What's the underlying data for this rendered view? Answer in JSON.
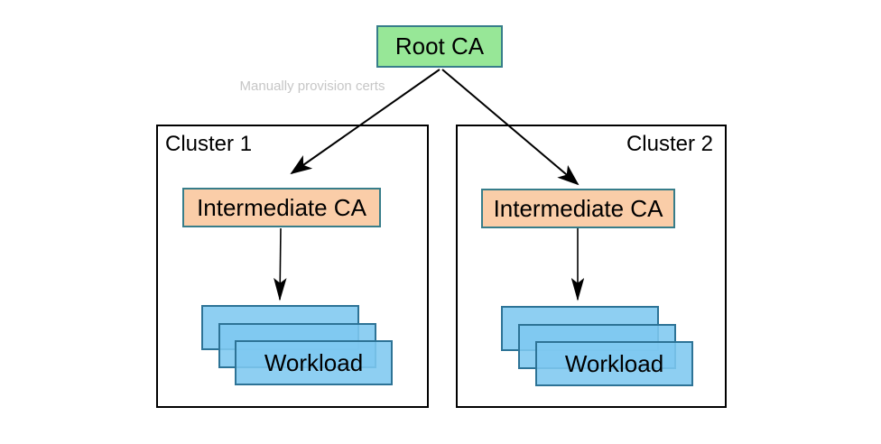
{
  "diagram": {
    "root_ca_label": "Root CA",
    "edge_label": "Manually provision certs",
    "clusters": [
      {
        "name": "Cluster 1",
        "intermediate_ca_label": "Intermediate CA",
        "workload_label": "Workload",
        "workload_stack_count": 3
      },
      {
        "name": "Cluster 2",
        "intermediate_ca_label": "Intermediate CA",
        "workload_label": "Workload",
        "workload_stack_count": 3
      }
    ],
    "colors": {
      "background": "#FFFFFF",
      "text_color": "#000000",
      "root_fill": "#97E797",
      "intermediate_fill": "#FACDA8",
      "ca_border": "#377D8A",
      "workload_fill": "rgba(126,200,240,0.88)",
      "workload_border": "#2D7396",
      "cluster_border": "#000000",
      "arrow_color": "#000000",
      "edge_label_color": "#C6C6C6"
    }
  }
}
